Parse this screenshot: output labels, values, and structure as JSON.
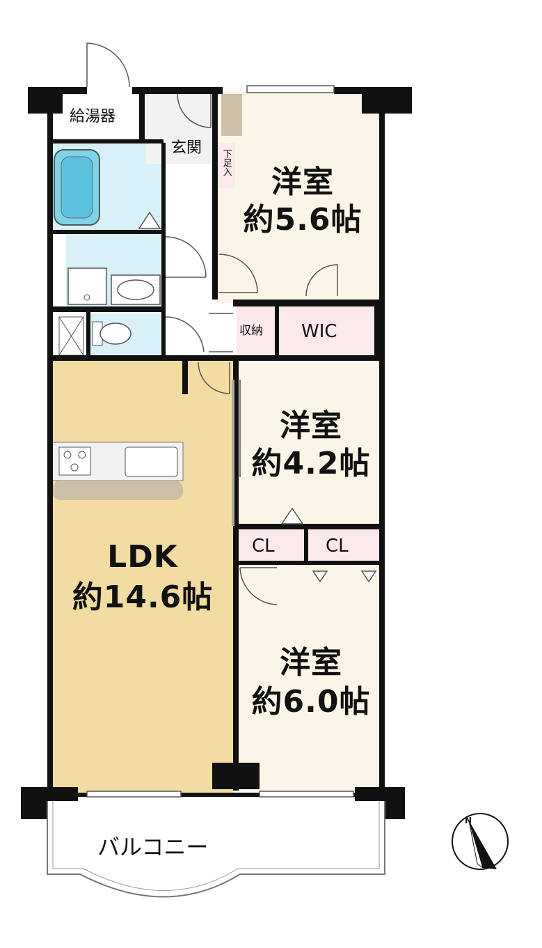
{
  "floorplan": {
    "rooms": {
      "western_1": {
        "name": "洋室",
        "size": "約5.6帖"
      },
      "western_2": {
        "name": "洋室",
        "size": "約4.2帖"
      },
      "western_3": {
        "name": "洋室",
        "size": "約6.0帖"
      },
      "ldk": {
        "name": "LDK",
        "size": "約14.6帖"
      }
    },
    "labels": {
      "water_heater": "給湯器",
      "entrance": "玄関",
      "shoe_storage": "下足入",
      "storage": "収納",
      "wic": "WIC",
      "closet_1": "CL",
      "closet_2": "CL",
      "balcony": "バルコニー",
      "compass": "N"
    },
    "colors": {
      "wall": "#111111",
      "ldk_floor": "#f3dca2",
      "room_floor": "#faf5e7",
      "wet_area": "#d7f1f6",
      "bath_tub": "#7fd3e6",
      "storage_floor": "#fbe9ec",
      "counter": "#cdbfa8"
    }
  }
}
